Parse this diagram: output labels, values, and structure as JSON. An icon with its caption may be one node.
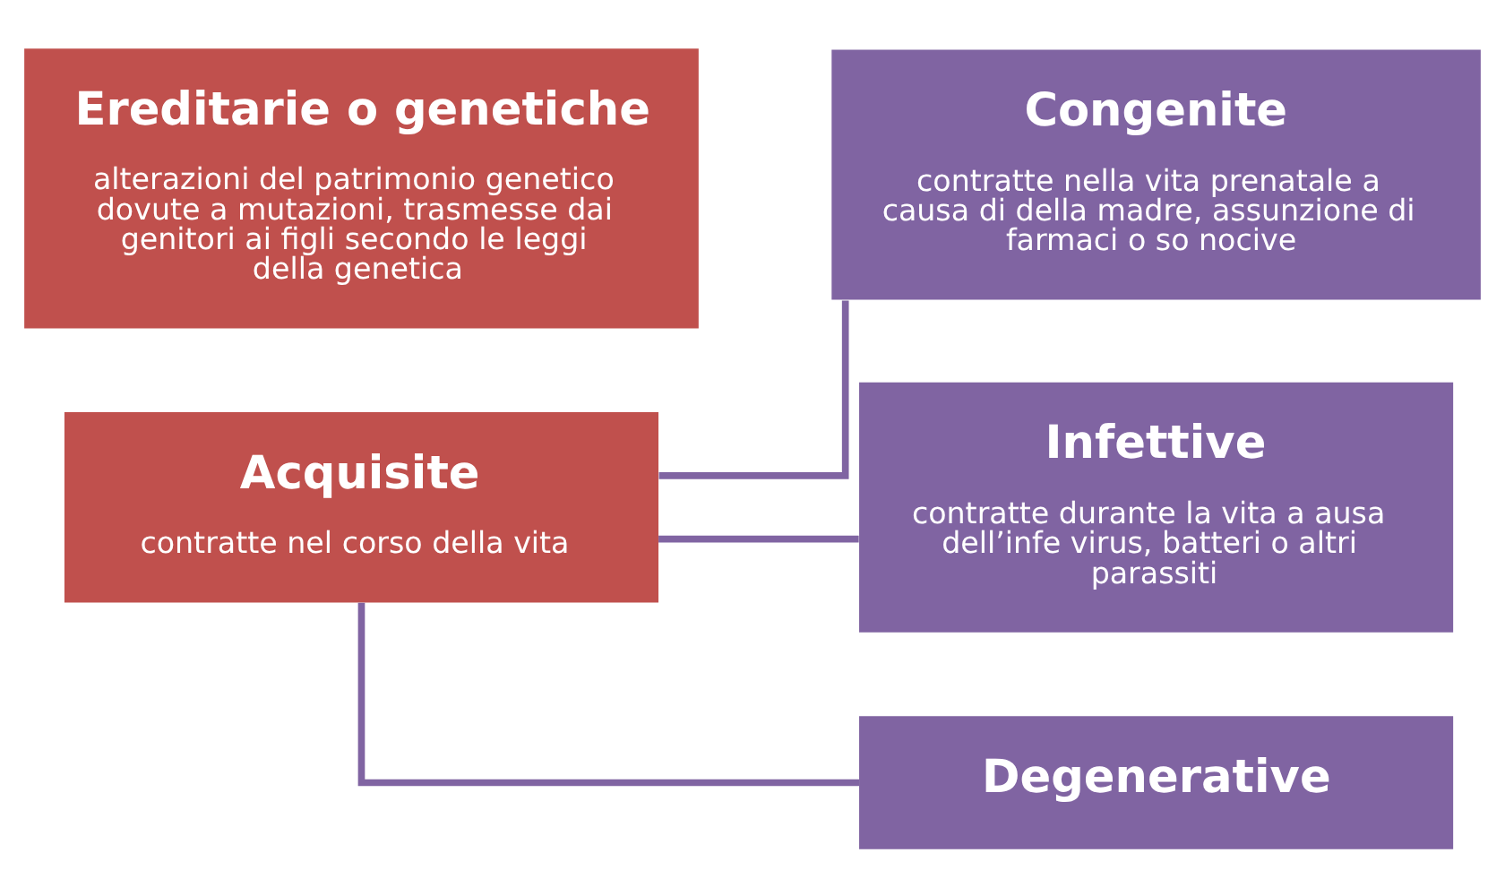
{
  "diagram": {
    "nodes": [
      {
        "text": [
          "Ereditarie o genetiche",
          "alterazioni del patrimonio genetico dovute a mutazioni, trasmesse dai genitori ai figli secondo le leggi della genetica"
        ]
      },
      {
        "text": [
          "Acquisite",
          "contratte nel corso della vita"
        ]
      },
      {
        "text": [
          "Congenite",
          "contratte nella vita prenatale a causa di della madre, assunzione di farmaci o so nocive"
        ]
      },
      {
        "text": [
          "Infettive",
          "contratte durante la vita a ausa dell’infe virus, batteri o altri parassiti"
        ]
      },
      {
        "text": [
          "Degenerative"
        ]
      }
    ],
    "edges": [
      {
        "from": 1,
        "to": 2,
        "arrow": "none"
      },
      {
        "from": 1,
        "to": 3,
        "arrow": "none"
      },
      {
        "from": 1,
        "to": 4,
        "arrow": "none"
      }
    ]
  }
}
